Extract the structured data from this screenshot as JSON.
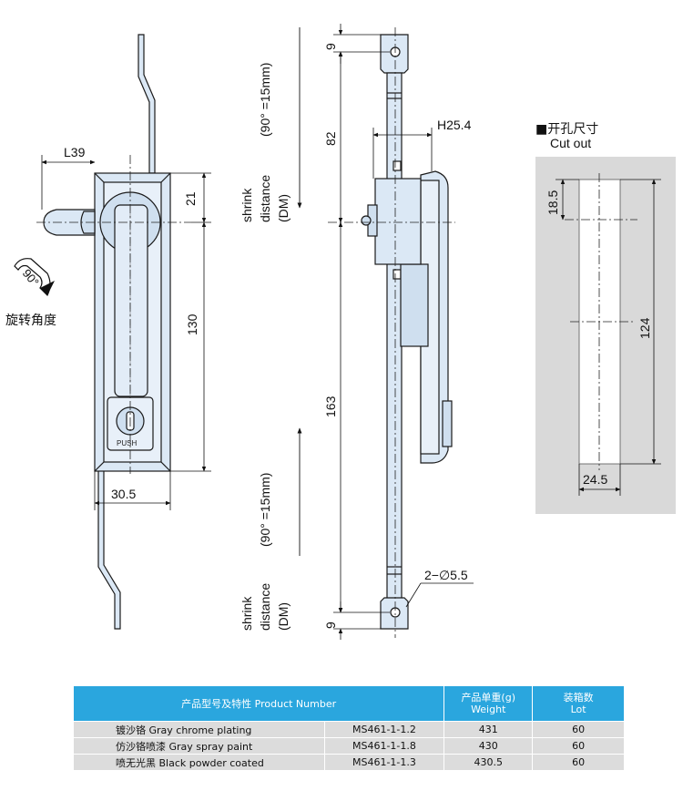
{
  "drawing": {
    "front": {
      "dim_L": "L39",
      "dim_height": "130",
      "dim_top": "21",
      "dim_width": "30.5",
      "rotation_label": "90°",
      "rotation_caption_cn": "旋转角度",
      "button_label": "PUSH"
    },
    "notes": {
      "shrink_upper": [
        "shrink",
        "distance",
        "(DM)"
      ],
      "formula_upper": "(90° =15mm)",
      "shrink_lower": [
        "shrink",
        "distance",
        "(DM)"
      ],
      "formula_lower": "(90° =15mm)"
    },
    "side": {
      "dim_9_top": "9",
      "dim_82": "82",
      "dim_h": "H25.4",
      "dim_163": "163",
      "dim_9_bottom": "9",
      "dim_hole": "2−∅5.5"
    },
    "cutout": {
      "title_cn": "■开孔尺寸",
      "title_en": "Cut out",
      "dim_top": "18.5",
      "dim_height": "124",
      "dim_width": "24.5"
    }
  },
  "table": {
    "headers": {
      "product": "产品型号及特性 Product Number",
      "weight_cn": "产品单重(g)",
      "weight_en": "Weight",
      "lot_cn": "装箱数",
      "lot_en": "Lot"
    },
    "rows": [
      {
        "desc": "镀沙铬 Gray chrome plating",
        "model": "MS461-1-1.2",
        "weight": "431",
        "lot": "60"
      },
      {
        "desc": "仿沙铬喷漆 Gray spray paint",
        "model": "MS461-1-1.8",
        "weight": "430",
        "lot": "60"
      },
      {
        "desc": "喷无光黑 Black powder coated",
        "model": "MS461-1-1.3",
        "weight": "430.5",
        "lot": "60"
      }
    ]
  },
  "colors": {
    "part_fill": "#dbe8f5",
    "part_stroke": "#1a1a1a",
    "table_header": "#2aa6de",
    "table_row": "#dcdcdc",
    "cutout_bg": "#d9d9d9"
  }
}
